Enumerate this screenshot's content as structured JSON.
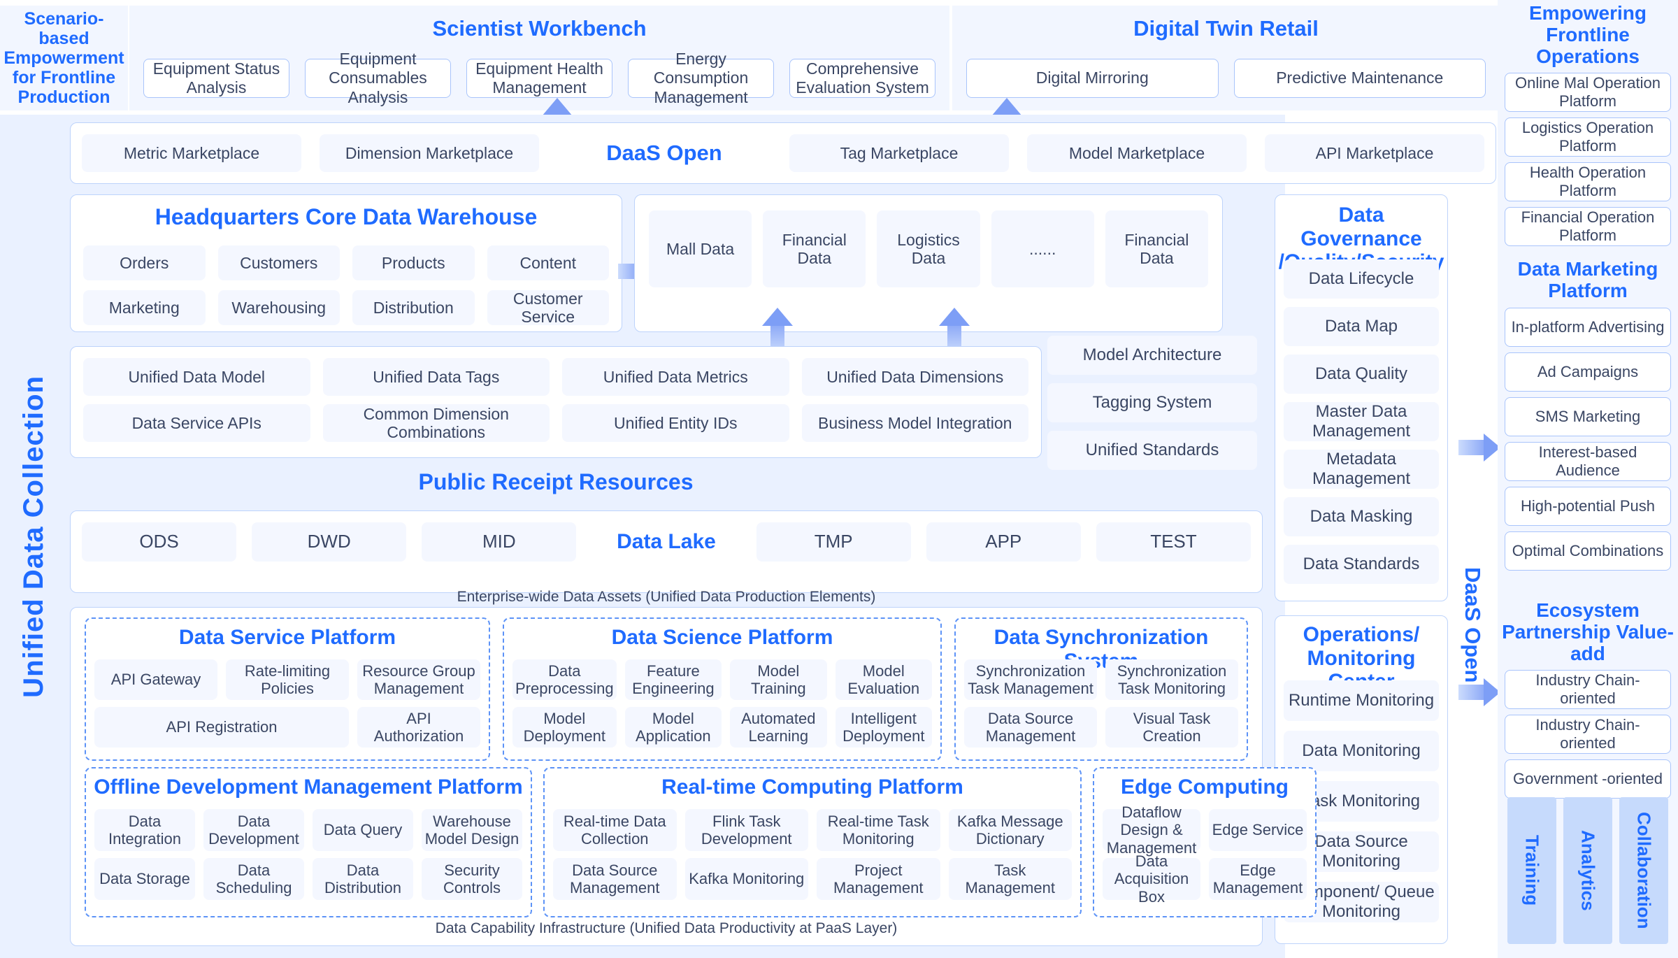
{
  "top": {
    "scenario_title": "Scenario-based Empowerment for Frontline Production",
    "scientist": {
      "title": "Scientist Workbench",
      "items": [
        "Equipment Status Analysis",
        "Equipment Consumables Analysis",
        "Equipment Health Management",
        "Energy Consumption Management",
        "Comprehensive Evaluation System"
      ]
    },
    "twin": {
      "title": "Digital Twin Retail",
      "items": [
        "Digital Mirroring",
        "Predictive Maintenance"
      ]
    }
  },
  "left_rail": {
    "label": "Unified Data Collection"
  },
  "daas_bar": {
    "label": "DaaS Open",
    "left_items": [
      "Metric Marketplace",
      "Dimension Marketplace"
    ],
    "right_items": [
      "Tag Marketplace",
      "Model Marketplace",
      "API Marketplace"
    ]
  },
  "hq": {
    "title": "Headquarters Core Data Warehouse",
    "items": [
      "Orders",
      "Customers",
      "Products",
      "Content",
      "Marketing",
      "Warehousing",
      "Distribution",
      "Customer Service"
    ]
  },
  "domain": {
    "items": [
      "Mall Data",
      "Financial Data",
      "Logistics Data",
      "......",
      "Financial Data"
    ]
  },
  "unified": {
    "title": "Public Receipt Resources",
    "items": [
      "Unified Data Model",
      "Unified Data Tags",
      "Unified Data Metrics",
      "Unified Data Dimensions",
      "Data Service APIs",
      "Common Dimension Combinations",
      "Unified Entity IDs",
      "Business Model Integration"
    ]
  },
  "model_column": {
    "items": [
      "Model Architecture",
      "Tagging System",
      "Unified Standards"
    ]
  },
  "lake": {
    "label": "Data Lake",
    "left_items": [
      "ODS",
      "DWD",
      "MID"
    ],
    "right_items": [
      "TMP",
      "APP",
      "TEST"
    ],
    "caption": "Enterprise-wide Data Assets (Unified Data Production Elements)"
  },
  "governance": {
    "title": "Data Governance /Quality/Security",
    "items": [
      "Data Lifecycle",
      "Data Map",
      "Data Quality",
      "Master Data Management",
      "Metadata Management",
      "Data Masking",
      "Data Standards"
    ]
  },
  "operations": {
    "title": "Operations/ Monitoring Center",
    "items": [
      "Runtime Monitoring",
      "Data Monitoring",
      "Task Monitoring",
      "Data Source Monitoring",
      "Component/ Queue Monitoring"
    ]
  },
  "daas_rail": {
    "label": "DaaS Open"
  },
  "capability": {
    "caption": "Data Capability Infrastructure (Unified Data Productivity at PaaS Layer)",
    "platforms": [
      {
        "title": "Data Service Platform",
        "items": [
          "API Gateway",
          "Rate-limiting Policies",
          "Resource Group Management",
          "API Registration",
          "API Authorization"
        ]
      },
      {
        "title": "Data Science Platform",
        "items": [
          "Data Preprocessing",
          "Feature Engineering",
          "Model Training",
          "Model Evaluation",
          "Model Deployment",
          "Model Application",
          "Automated Learning",
          "Intelligent Deployment"
        ]
      },
      {
        "title": "Data Synchronization System",
        "items": [
          "Synchronization Task Management",
          "Synchronization Task Monitoring",
          "Data Source Management",
          "Visual Task Creation"
        ]
      },
      {
        "title": "Offline Development Management Platform",
        "items": [
          "Data Integration",
          "Data Development",
          "Data Query",
          "Warehouse Model Design",
          "Data Storage",
          "Data Scheduling",
          "Data Distribution",
          "Security Controls"
        ]
      },
      {
        "title": "Real-time Computing Platform",
        "items": [
          "Real-time Data Collection",
          "Flink Task Development",
          "Real-time Task Monitoring",
          "Kafka Message Dictionary",
          "Data Source Management",
          "Kafka Monitoring",
          "Project Management",
          "Task Management"
        ]
      },
      {
        "title": "Edge Computing",
        "items": [
          "Dataflow Design & Management",
          "Edge Service",
          "Data Acquisition Box",
          "Edge Management"
        ]
      }
    ]
  },
  "right_rail": {
    "sections": [
      {
        "title": "Empowering Frontline Operations",
        "items": [
          "Online Mal Operation Platform",
          "Logistics Operation Platform",
          "Health Operation Platform",
          "Financial Operation Platform"
        ]
      },
      {
        "title": "Data Marketing Platform",
        "items": [
          "In-platform Advertising",
          "Ad Campaigns",
          "SMS Marketing",
          "Interest-based Audience",
          "High-potential Push",
          "Optimal Combinations"
        ]
      },
      {
        "title": "Ecosystem Partnership Value-add",
        "items": [
          "Industry Chain-oriented",
          "Industry Chain-oriented",
          "Government -oriented"
        ]
      }
    ],
    "tags": [
      "Training",
      "Analytics",
      "Collaboration"
    ]
  },
  "colors": {
    "accent": "#1f6bff",
    "chip_bg": "#f4f7ff",
    "band": "#eaf1ff",
    "arrow": "#7d9ef6"
  }
}
